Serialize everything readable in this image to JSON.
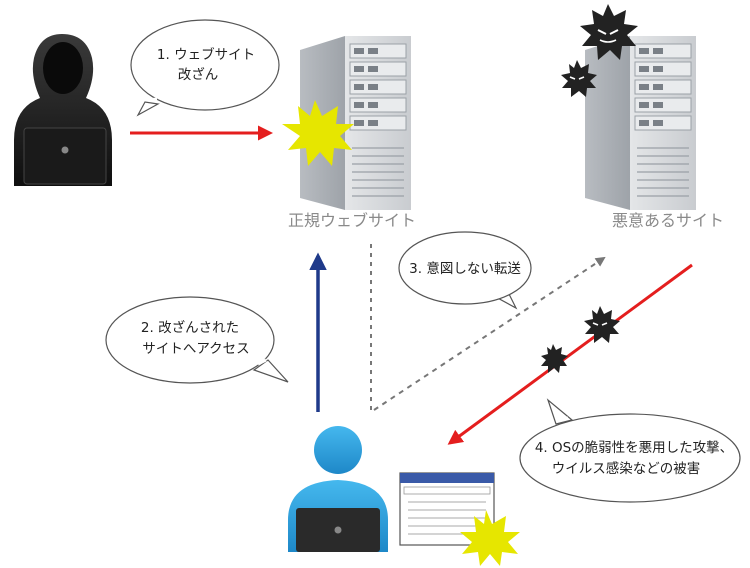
{
  "labels": {
    "legit_site": "正規ウェブサイト",
    "malicious_site": "悪意あるサイト"
  },
  "bubbles": {
    "step1": {
      "line1": "1. ウェブサイト",
      "line2": "改ざん"
    },
    "step2": {
      "line1": "2. 改ざんされた",
      "line2": "サイトへアクセス"
    },
    "step3": {
      "line1": "3. 意図しない転送"
    },
    "step4": {
      "line1": "4. OSの脆弱性を悪用した攻撃、",
      "line2": "ウイルス感染などの被害"
    }
  },
  "colors": {
    "red_arrow": "#e41e1e",
    "blue_arrow": "#1f3a8a",
    "dashed_arrow": "#777777",
    "attacker": "#2b2b2b",
    "victim": "#3aa9e0",
    "server": "#cfd2d6",
    "burst_yellow": "#e6e600",
    "burst_black": "#222222"
  },
  "icons": {
    "attacker": "hooded-attacker-icon",
    "victim": "user-with-laptop-icon",
    "server": "server-rack-icon",
    "malware": "virus-burst-icon",
    "exploit": "explosion-burst-icon",
    "browser": "browser-window-icon"
  }
}
